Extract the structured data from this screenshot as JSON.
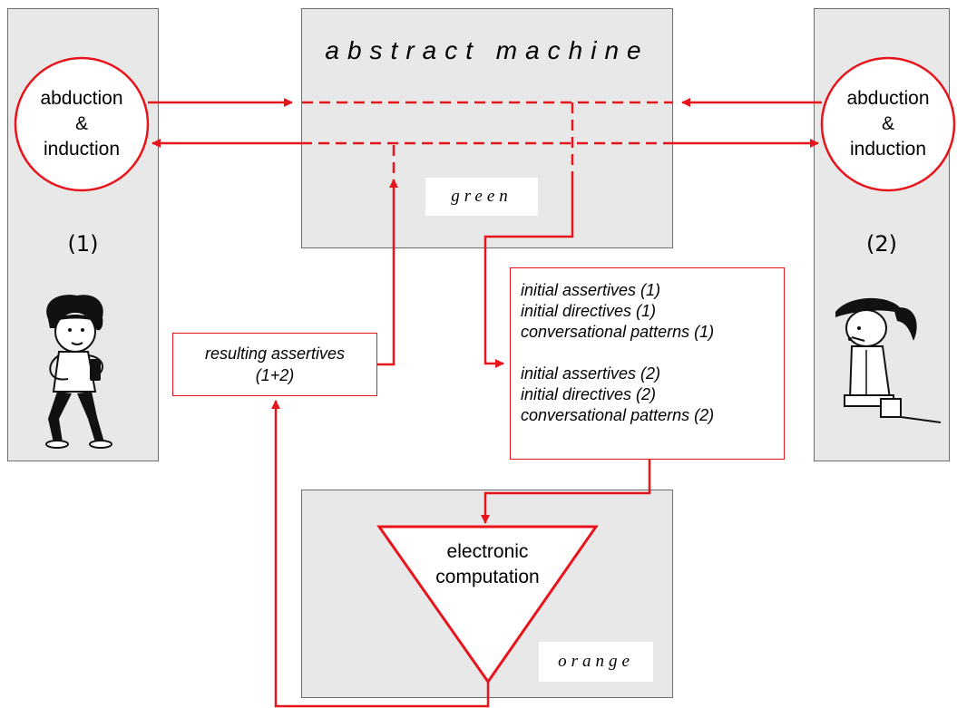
{
  "left_panel": {
    "circle_lines": [
      "abduction",
      "&",
      "induction"
    ],
    "number": "(1)",
    "figure_icon": "man-with-phone"
  },
  "right_panel": {
    "circle_lines": [
      "abduction",
      "&",
      "induction"
    ],
    "number": "(2)",
    "figure_icon": "woman-with-headset"
  },
  "abstract_machine": {
    "title": "abstract machine",
    "tag": "green"
  },
  "computation": {
    "label_lines": [
      "electronic",
      "computation"
    ],
    "tag": "orange"
  },
  "resulting_box": {
    "lines": [
      "resulting assertives",
      "(1+2)"
    ]
  },
  "initial_box": {
    "lines": [
      "initial assertives (1)",
      "initial directives (1)",
      "conversational patterns (1)",
      "",
      "initial assertives (2)",
      "initial directives (2)",
      "conversational patterns (2)"
    ]
  },
  "colors": {
    "accent": "#e8141b",
    "panel": "#e8e8e8",
    "border": "#6e6e6e"
  }
}
